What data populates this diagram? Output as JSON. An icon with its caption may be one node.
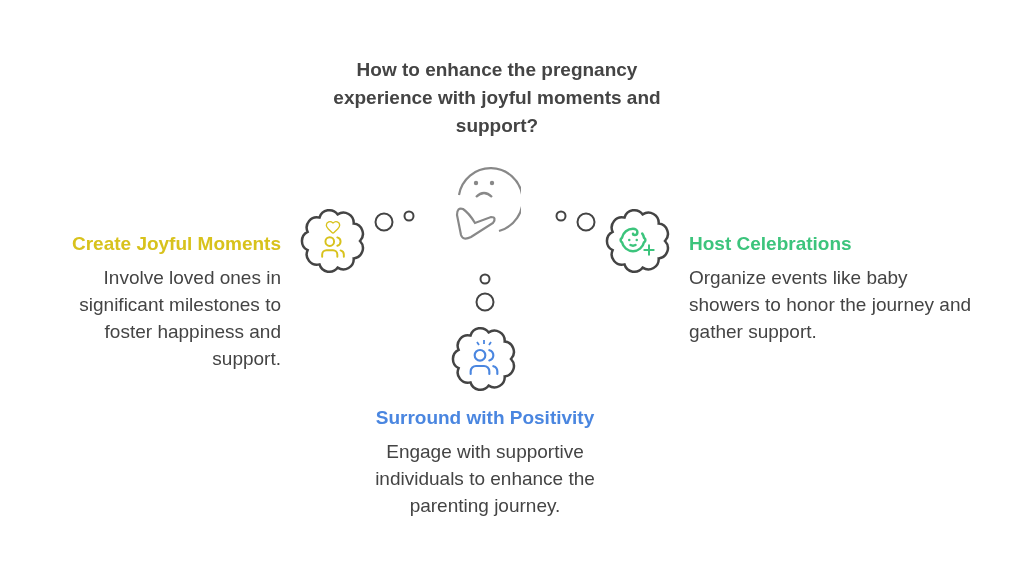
{
  "diagram": {
    "title": "How to enhance the pregnancy experience with joyful moments and support?",
    "nodes": [
      {
        "text": [
          "Create Joyful Moments",
          "Involve loved ones in significant milestones to foster happiness and support."
        ]
      },
      {
        "text": [
          "Host Celebrations",
          "Organize events like baby showers to honor the journey and gather support."
        ]
      },
      {
        "text": [
          "Surround with Positivity",
          "Engage with supportive individuals to enhance the parenting journey."
        ]
      }
    ]
  }
}
